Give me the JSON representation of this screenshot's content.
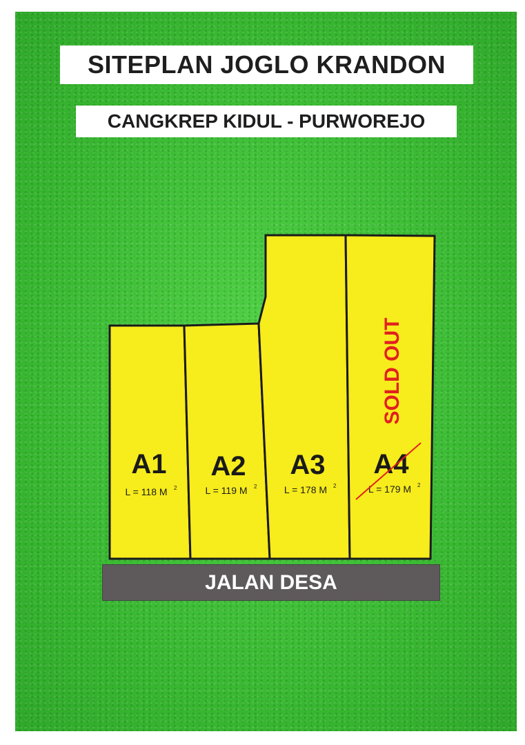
{
  "title": "SITEPLAN JOGLO KRANDON",
  "subtitle": "CANGKREP KIDUL - PURWOREJO",
  "road_label": "JALAN DESA",
  "lots": [
    {
      "id": "A1",
      "area_label": "L = 118 M",
      "area_unit_sup": "2",
      "sold": false
    },
    {
      "id": "A2",
      "area_label": "L = 119 M",
      "area_unit_sup": "2",
      "sold": false
    },
    {
      "id": "A3",
      "area_label": "L = 178 M",
      "area_unit_sup": "2",
      "sold": false
    },
    {
      "id": "A4",
      "area_label": "L = 179 M",
      "area_unit_sup": "2",
      "sold": true
    }
  ],
  "sold_label": "SOLD OUT",
  "colors": {
    "grass": "#3fc63a",
    "lot_fill": "#f7ec1c",
    "lot_outline": "#1a1a1a",
    "road": "#5e5a5c",
    "sold_text": "#e0211f"
  }
}
